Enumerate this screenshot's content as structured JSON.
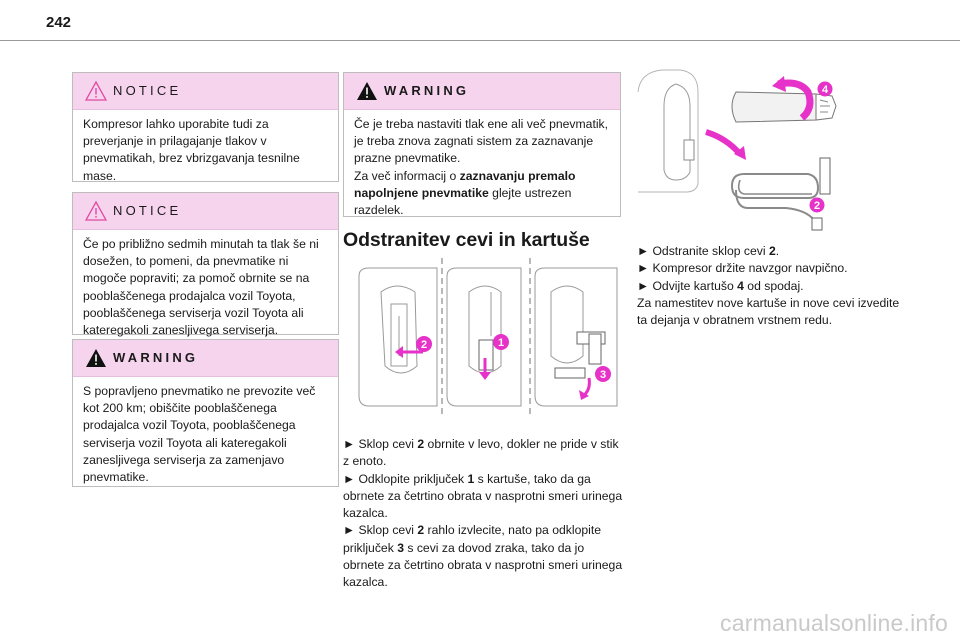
{
  "page": {
    "number": "242",
    "footer_watermark": "carmanualsonline.info"
  },
  "notices": [
    {
      "heading": "NOTICE",
      "icon": "caution-triangle-icon",
      "text": "Kompresor lahko uporabite tudi za preverjanje in prilagajanje tlakov v pnevmatikah, brez vbrizgavanja tesnilne mase."
    },
    {
      "heading": "NOTICE",
      "icon": "caution-triangle-icon",
      "text": "Če po približno sedmih minutah ta tlak še ni dosežen, to pomeni, da pnevmatike ni mogoče popraviti; za pomoč obrnite se na pooblaščenega prodajalca vozil Toyota, pooblaščenega serviserja vozil Toyota ali kateregakoli zanesljivega serviserja."
    }
  ],
  "warnings": [
    {
      "heading": "WARNING",
      "icon": "warning-triangle-icon",
      "text": "S popravljeno pnevmatiko ne prevozite več kot 200 km; obiščite pooblaščenega prodajalca vozil Toyota, pooblaščenega serviserja vozil Toyota ali kateregakoli zanesljivega serviserja za zamenjavo pnevmatike."
    },
    {
      "heading": "WARNING",
      "icon": "warning-triangle-icon",
      "lines": [
        "Če je treba nastaviti tlak ene ali več pnevmatik, je treba znova zagnati sistem za zaznavanje prazne pnevmatike."
      ],
      "link_prefix": "Za več informacij o ",
      "link_bold": "zaznavanju premalo napolnjene pnevmatike",
      "link_suffix": " glejte ustrezen razdelek."
    }
  ],
  "section": {
    "title": "Odstranitev cevi in kartuše",
    "steps_middle": [
      {
        "pre": "► Sklop cevi ",
        "num": "2",
        "post": " obrnite v levo, dokler ne pride v stik z enoto."
      },
      {
        "pre": "► Odklopite priključek ",
        "num": "1",
        "post": " s kartuše, tako da ga obrnete za četrtino obrata v nasprotni smeri urinega kazalca."
      },
      {
        "pre": "► Sklop cevi ",
        "num": "2",
        "post": " rahlo izvlecite, nato pa odklopite priključek ",
        "num2": "3",
        "post2": " s cevi za dovod zraka, tako da jo obrnete za četrtino obrata v nasprotni smeri urinega kazalca."
      }
    ],
    "steps_right": [
      {
        "pre": "► Odstranite sklop cevi ",
        "num": "2",
        "post": "."
      },
      {
        "pre": "► Kompresor držite navzgor navpično.",
        "num": "",
        "post": ""
      },
      {
        "pre": "► Odvijte kartušo ",
        "num": "4",
        "post": " od spodaj."
      }
    ],
    "closing": "Za namestitev nove kartuše in nove cevi izvedite ta dejanja v obratnem vrstnem redu."
  },
  "figure_labels": {
    "a": "2",
    "b": "1",
    "c": "3",
    "d": "4",
    "e": "2"
  },
  "colors": {
    "accent": "#e632c8",
    "notice_header": "#f7d4ee"
  }
}
